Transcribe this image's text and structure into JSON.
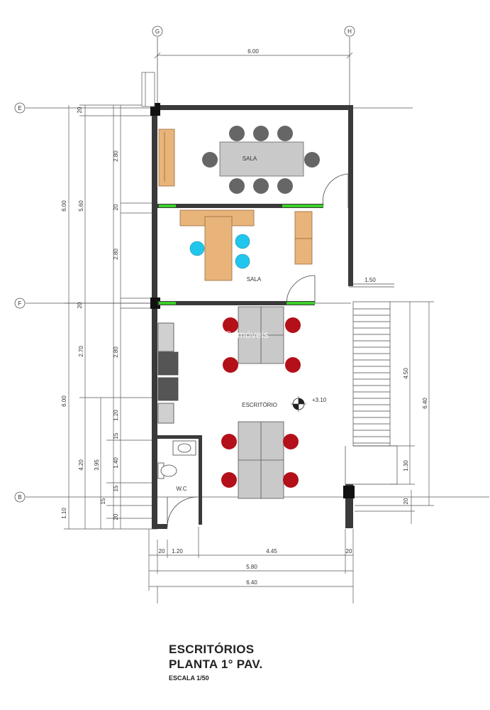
{
  "grid_markers": {
    "top_left": "G",
    "top_right": "H",
    "left_top": "E",
    "left_mid": "F",
    "left_bottom": "B"
  },
  "dimensions": {
    "top_width": "6.00",
    "left_outer_1": "6.00",
    "left_outer_2": "6.00",
    "left_outer_3": "1.10",
    "left_mid_1": "5.60",
    "left_mid_2": "2.70",
    "left_mid_3": "4.20",
    "left_mid_4": "3.95",
    "left_inner_1": "2.80",
    "left_inner_2": "20",
    "left_inner_3": "2.80",
    "left_inner_4": "2.80",
    "left_inner_5": "1.20",
    "left_inner_6": "15",
    "left_inner_7": "1.40",
    "left_inner_8": "15",
    "left_inner_9": "20",
    "left_tiny_1": "20",
    "left_tiny_2": "15",
    "left_tiny_3": "20",
    "bottom_1": "20",
    "bottom_2": "1.20",
    "bottom_3": "4.45",
    "bottom_4": "20",
    "bottom_5": "5.80",
    "bottom_6": "6.40",
    "right_stair_width": "1.50",
    "right_1": "4.50",
    "right_2": "1.30",
    "right_3": "6.40",
    "right_4": "20",
    "level": "+3.10"
  },
  "rooms": {
    "sala_top": "SALA",
    "sala_table": "SALA",
    "escritorio": "ESCRITÓRIO",
    "wc": "W.C"
  },
  "watermark": "S Imóveis",
  "title": {
    "line1": "ESCRITÓRIOS",
    "line2": "PLANTA 1° PAV.",
    "scale": "ESCALA 1/50"
  },
  "colors": {
    "wall": "#3a3a3a",
    "partition_glass": "#3ccf2a",
    "wood": "#e8b47a",
    "table_grey": "#c9c9c9",
    "chair_grey": "#666666",
    "chair_red": "#b3101a",
    "chair_cyan": "#21c6ec"
  }
}
